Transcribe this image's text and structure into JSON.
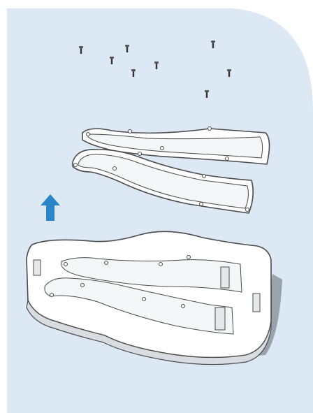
{
  "colors": {
    "page_background": "#ffffff",
    "panel_background": "#dce9f5",
    "part_fill": "#ffffff",
    "part_outline": "#4a4a4a",
    "part_shadow": "#9aa3ab",
    "arrow": "#2a86c9"
  },
  "icons": {
    "direction": "up-arrow-icon",
    "fastener": "screw-icon"
  },
  "illustration": {
    "screw_count": 8,
    "upper_rail_parts": 2,
    "base_tray_parts": 1
  }
}
